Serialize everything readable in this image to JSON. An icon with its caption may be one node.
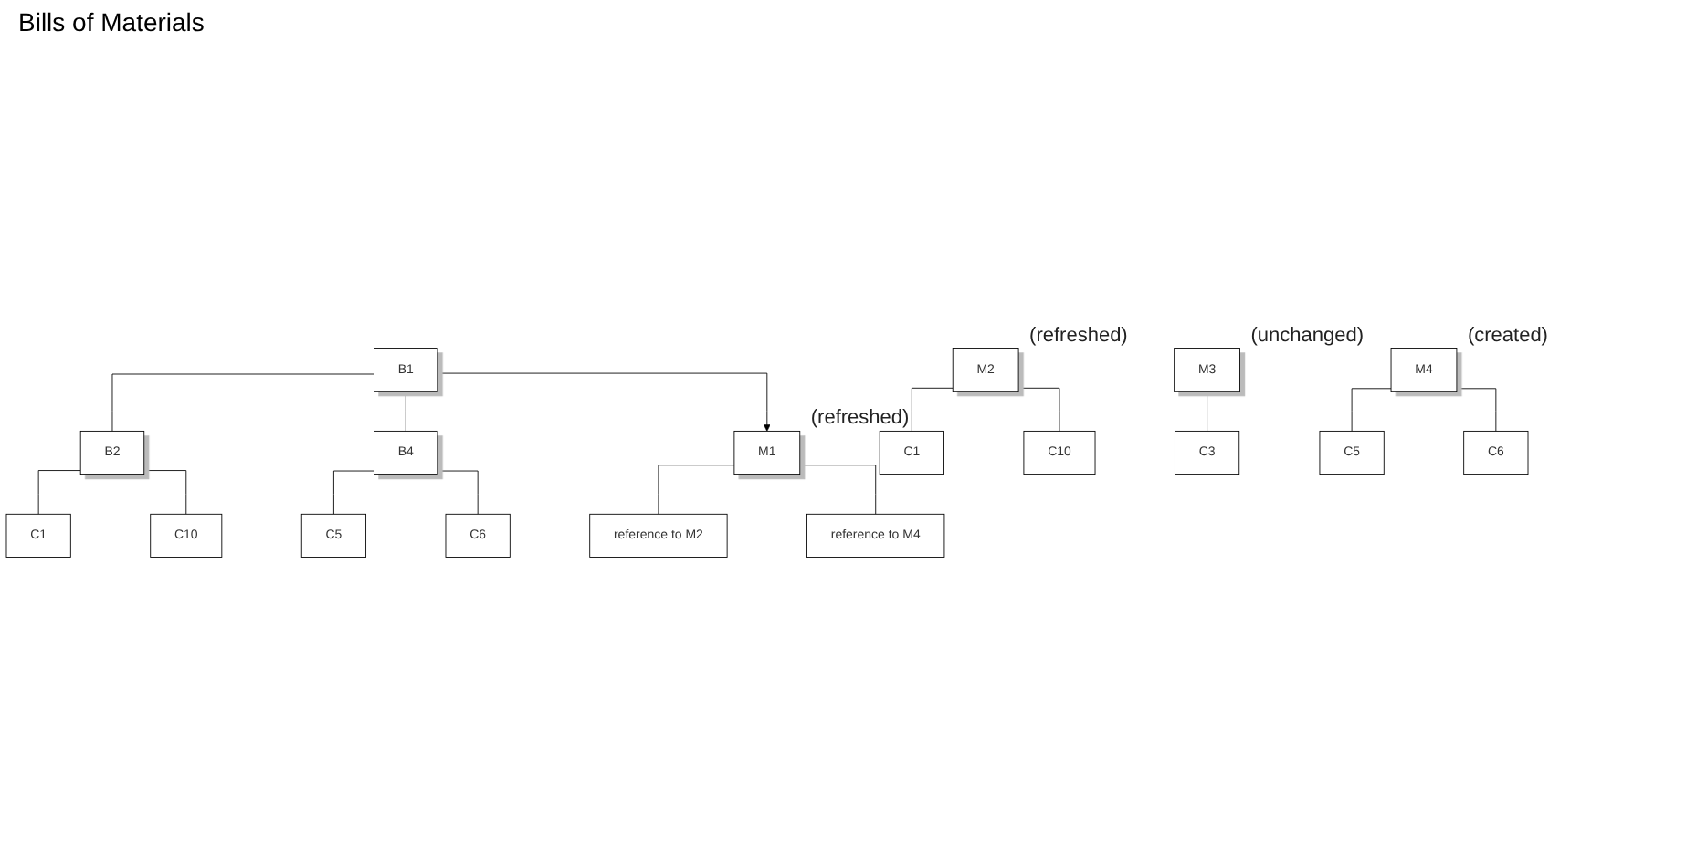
{
  "diagram": {
    "nodes": [
      {
        "text": [
          "B1"
        ]
      },
      {
        "text": [
          "B2"
        ]
      },
      {
        "text": [
          "C1"
        ]
      },
      {
        "text": [
          "C10"
        ]
      },
      {
        "text": [
          "B4"
        ]
      },
      {
        "text": [
          "C5"
        ]
      },
      {
        "text": [
          "C6"
        ]
      },
      {
        "text": [
          "M1"
        ],
        "beside": [
          "(refreshed)"
        ]
      },
      {
        "text": [
          "reference to M2"
        ]
      },
      {
        "text": [
          "reference to M4"
        ]
      },
      {
        "text": [
          "M2"
        ],
        "beside": [
          "(refreshed)"
        ]
      },
      {
        "text": [
          "C1"
        ]
      },
      {
        "text": [
          "C10"
        ]
      },
      {
        "text": [
          "M3"
        ],
        "beside": [
          "(unchanged)"
        ]
      },
      {
        "text": [
          "C3"
        ]
      },
      {
        "text": [
          "M4"
        ],
        "beside": [
          "(created)"
        ]
      },
      {
        "text": [
          "C5"
        ]
      },
      {
        "text": [
          "C6"
        ]
      }
    ],
    "edges": [
      {
        "from": 0,
        "to": 1,
        "arrow": "none"
      },
      {
        "from": 1,
        "to": 2,
        "arrow": "none"
      },
      {
        "from": 1,
        "to": 3,
        "arrow": "none"
      },
      {
        "from": 0,
        "to": 4,
        "arrow": "none"
      },
      {
        "from": 4,
        "to": 5,
        "arrow": "none"
      },
      {
        "from": 4,
        "to": 6,
        "arrow": "none"
      },
      {
        "from": 0,
        "to": 7,
        "arrow": "to"
      },
      {
        "from": 7,
        "to": 8,
        "arrow": "none"
      },
      {
        "from": 7,
        "to": 9,
        "arrow": "none"
      },
      {
        "from": 10,
        "to": 11,
        "arrow": "none"
      },
      {
        "from": 10,
        "to": 12,
        "arrow": "none"
      },
      {
        "from": 13,
        "to": 14,
        "arrow": "none"
      },
      {
        "from": 15,
        "to": 16,
        "arrow": "none"
      },
      {
        "from": 15,
        "to": 17,
        "arrow": "none"
      }
    ],
    "labels": [
      "Bills of Materials"
    ]
  }
}
